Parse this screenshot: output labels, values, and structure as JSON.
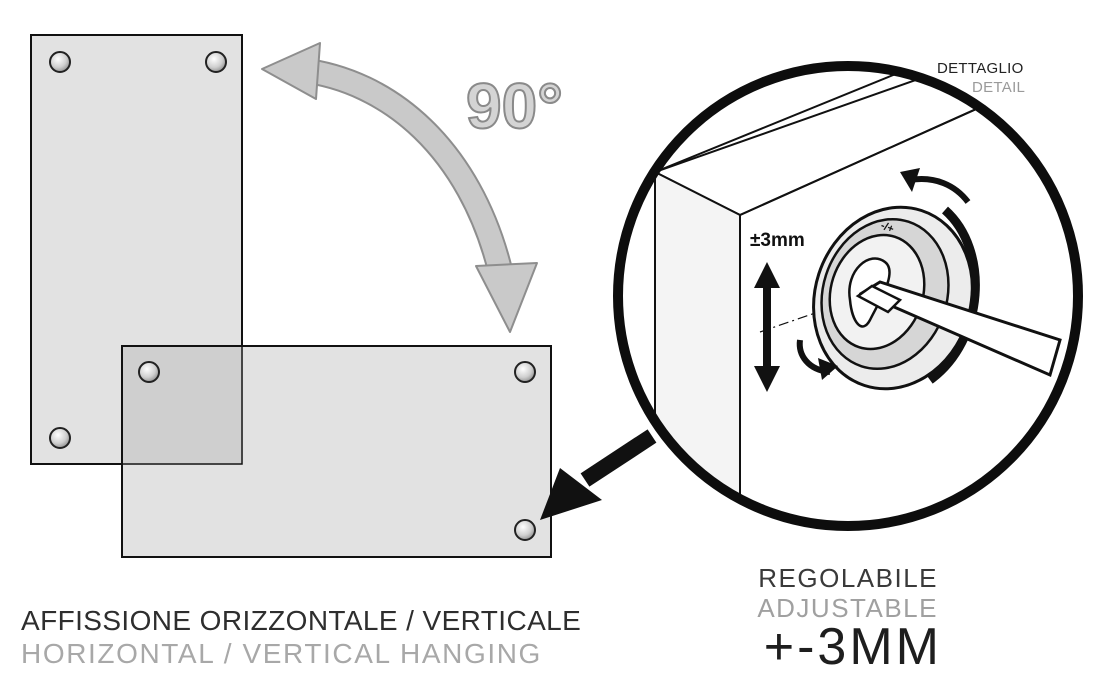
{
  "angle_label": "90°",
  "detail": {
    "title_it": "DETTAGLIO",
    "title_en": "DETAIL",
    "tolerance_label": "±3mm",
    "dial_marks": "-/+"
  },
  "adjustable": {
    "label_it": "REGOLABILE",
    "label_en": "ADJUSTABLE",
    "value": "+-3MM"
  },
  "hanging": {
    "label_it": "AFFISSIONE ORIZZONTALE / VERTICALE",
    "label_en": "HORIZONTAL / VERTICAL HANGING"
  },
  "colors": {
    "panel_fill": "#e2e2e2",
    "overlap_fill": "#cfcfcf",
    "rotation_arrow": "#c8c8c8",
    "outline": "#111111"
  }
}
